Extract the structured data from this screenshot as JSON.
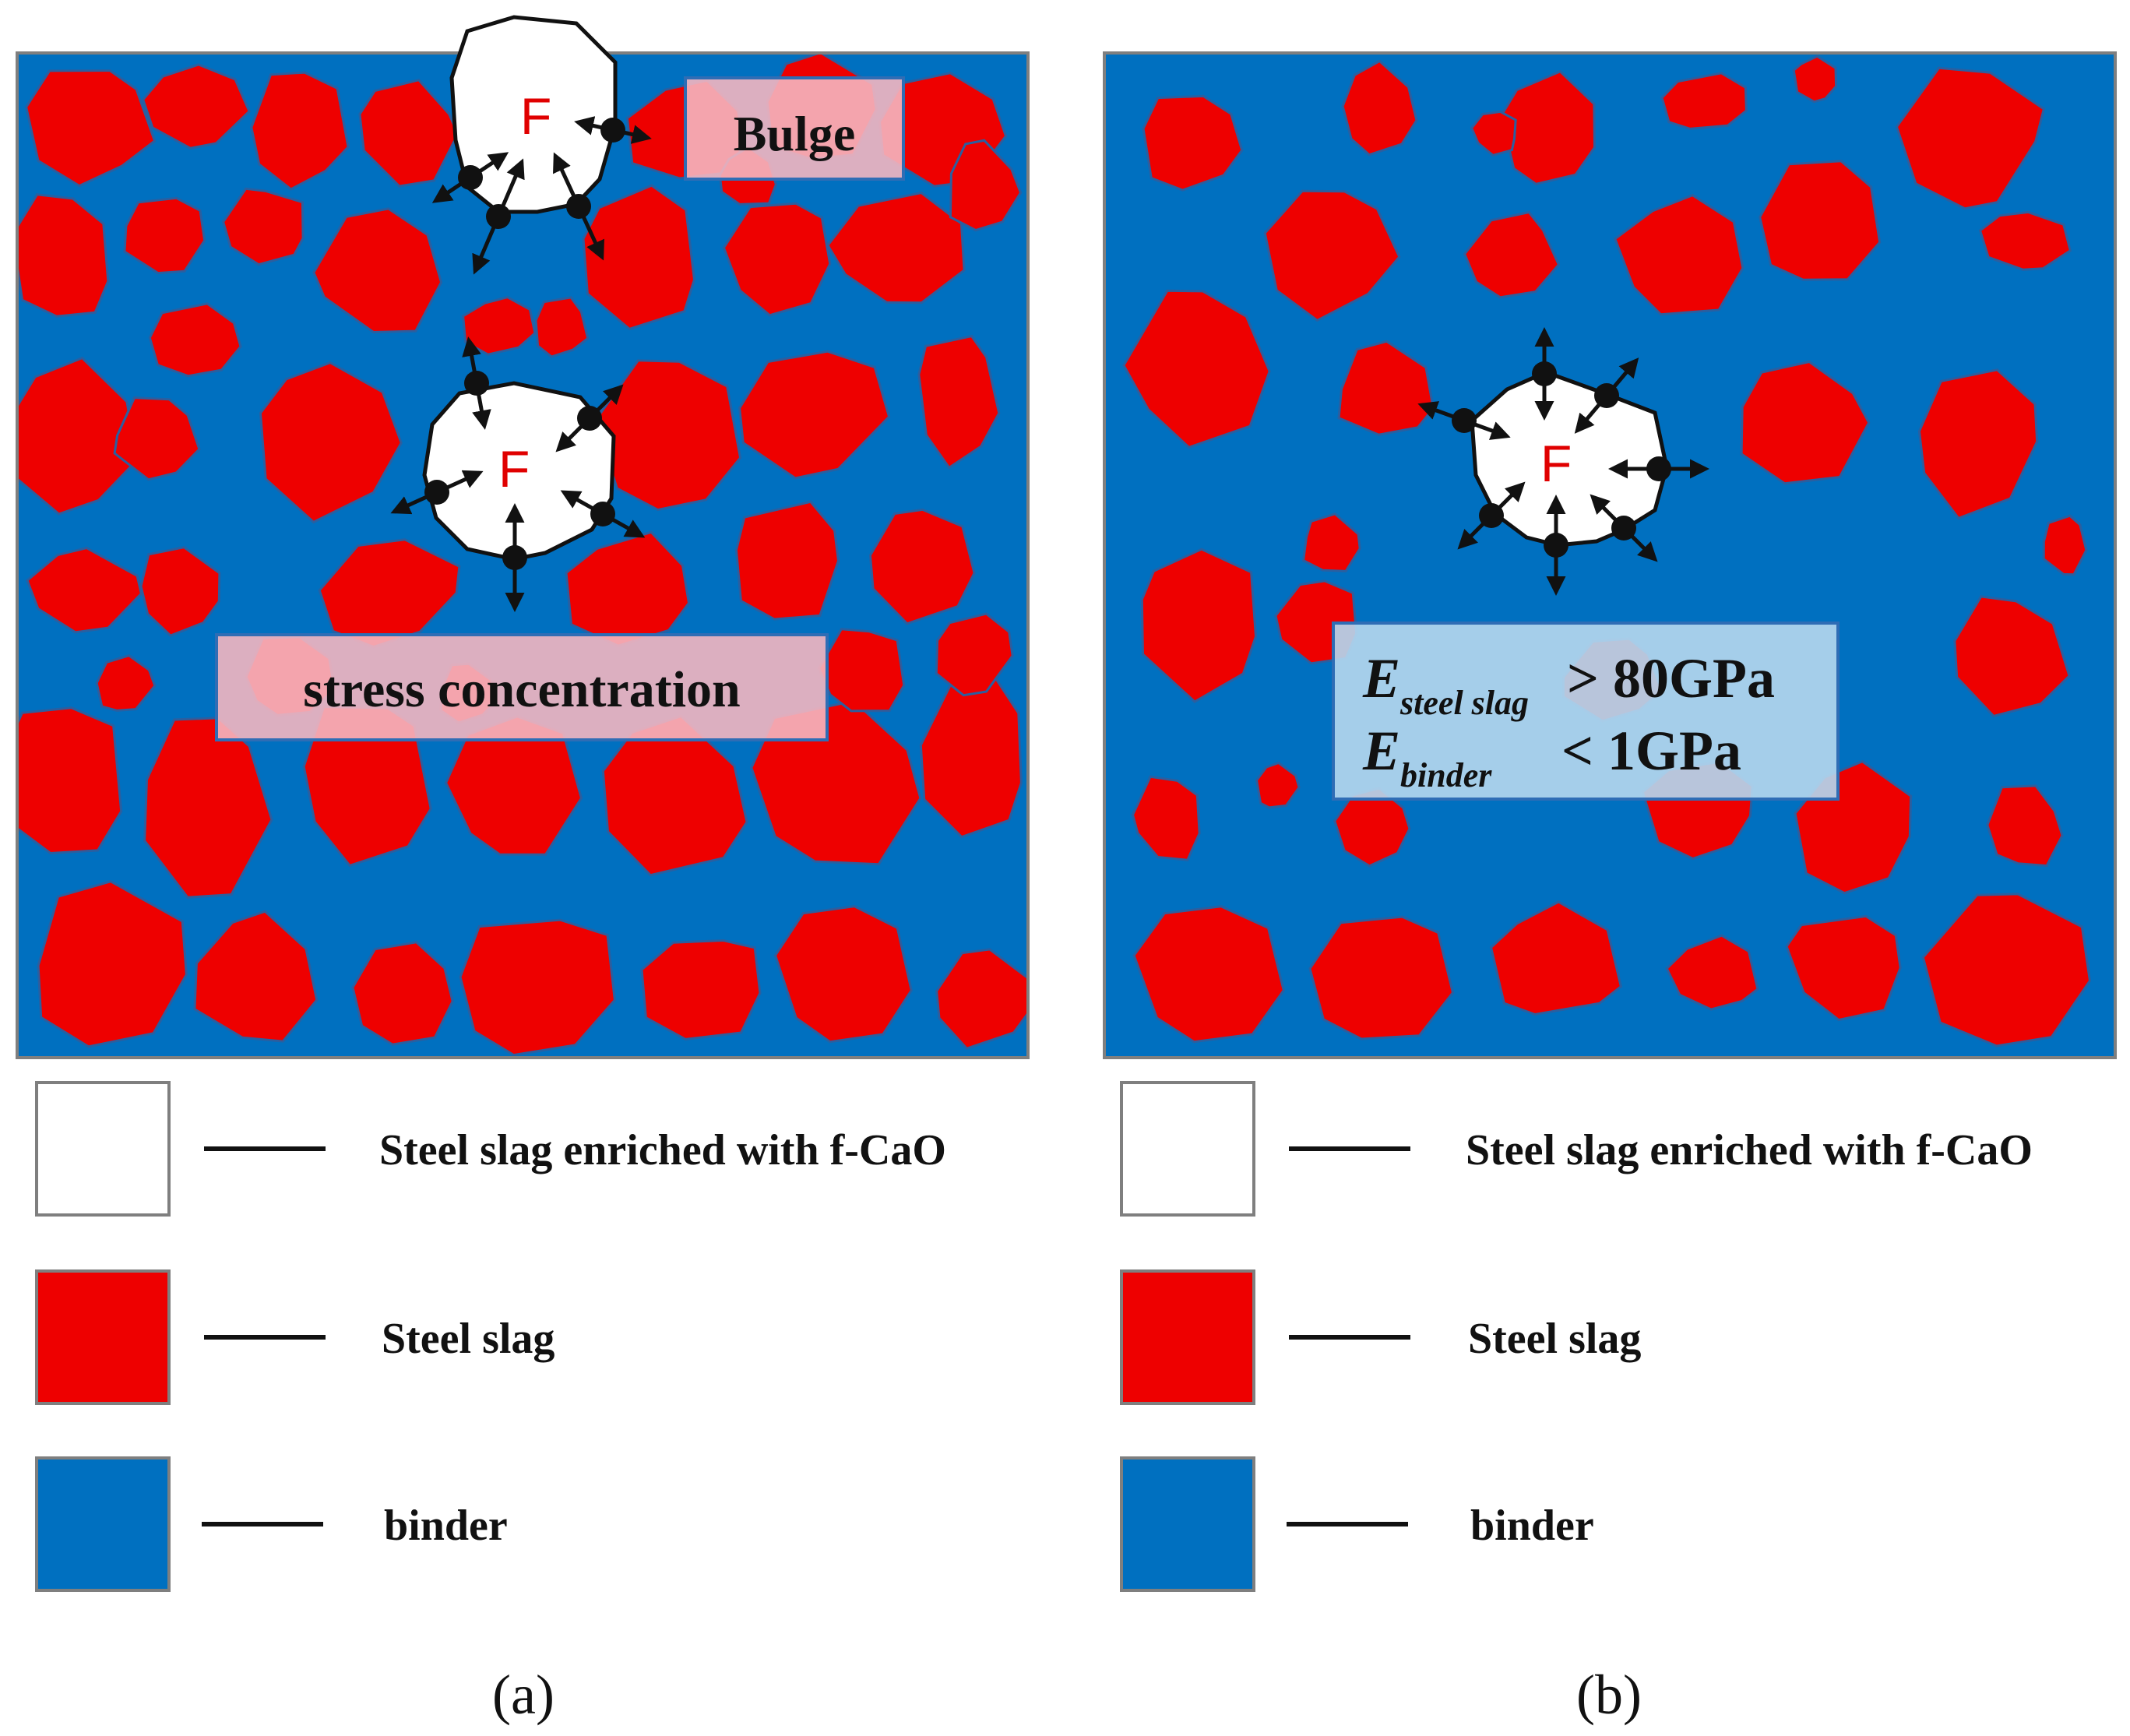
{
  "colors": {
    "steel_slag": "#ee0000",
    "binder": "#0070c0",
    "fcao_slag": "#ffffff",
    "label_box_fill": "#f4b6c0",
    "label_box_stroke": "#2f6db5",
    "panel_border": "#7f7f7f"
  },
  "panel_a": {
    "callouts": {
      "bulge": "Bulge",
      "stress": "stress concentration"
    },
    "force_label": "F",
    "legend": [
      {
        "swatch": "fcao_slag",
        "text": "Steel slag enriched with f-CaO"
      },
      {
        "swatch": "steel_slag",
        "text": "Steel slag"
      },
      {
        "swatch": "binder",
        "text": "binder"
      }
    ],
    "caption": "(a)"
  },
  "panel_b": {
    "force_label": "F",
    "modulus": {
      "steel_symbol": "E",
      "steel_sub": "steel slag",
      "steel_rel": "> 80GPa",
      "binder_symbol": "E",
      "binder_sub": "binder",
      "binder_rel": "< 1GPa"
    },
    "legend": [
      {
        "swatch": "fcao_slag",
        "text": "Steel slag enriched with f-CaO"
      },
      {
        "swatch": "steel_slag",
        "text": "Steel slag"
      },
      {
        "swatch": "binder",
        "text": "binder"
      }
    ],
    "caption": "(b)"
  }
}
